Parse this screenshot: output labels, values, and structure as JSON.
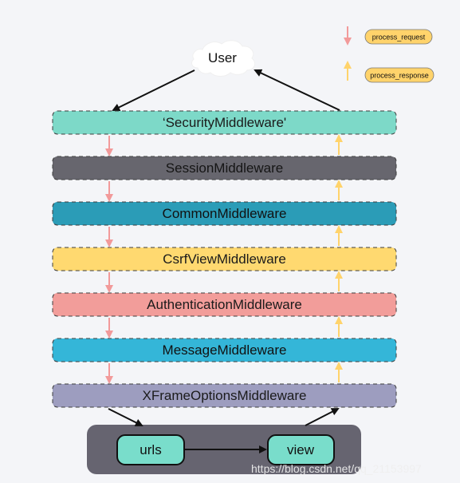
{
  "user": {
    "label": "User"
  },
  "legend": {
    "request": {
      "label": "process_request",
      "arrow_color": "#f29a9a"
    },
    "response": {
      "label": "process_response",
      "arrow_color": "#ffd36b"
    }
  },
  "middlewares": [
    {
      "label": "‘SecurityMiddleware'",
      "fill": "#7dd9c8",
      "text_color": "#1b1b1b"
    },
    {
      "label": "SessionMiddleware",
      "fill": "#67666e",
      "text_color": "#151515"
    },
    {
      "label": "CommonMiddleware",
      "fill": "#2b9cb7",
      "text_color": "#111111"
    },
    {
      "label": "CsrfViewMiddleware",
      "fill": "#ffd970",
      "text_color": "#1b1b1b"
    },
    {
      "label": "AuthenticationMiddleware",
      "fill": "#f29d9a",
      "text_color": "#1b1b1b"
    },
    {
      "label": "MessageMiddleware",
      "fill": "#34b6d8",
      "text_color": "#111111"
    },
    {
      "label": "XFrameOptionsMiddleware",
      "fill": "#9d9dbf",
      "text_color": "#1b1b1b"
    }
  ],
  "app": {
    "container_fill": "#666470",
    "urls": {
      "label": "urls"
    },
    "view": {
      "label": "view"
    },
    "node_fill": "#79ddcb"
  },
  "watermark": "https://blog.csdn.net/qq_21153997",
  "colors": {
    "background": "#f4f5f8",
    "request_arrow": "#f29a9a",
    "response_arrow": "#ffd36b",
    "flow_arrow": "#111111"
  }
}
